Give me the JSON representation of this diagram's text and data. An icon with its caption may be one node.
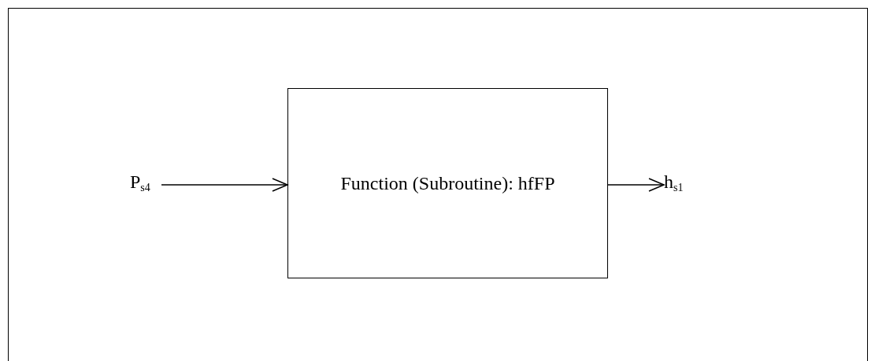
{
  "diagram": {
    "nodes": [
      {
        "text": [
          "Function (Subroutine): hfFP"
        ]
      },
      {
        "text": [
          "P$_{s4}$"
        ]
      },
      {
        "text": [
          "h$_{s1}$"
        ]
      }
    ],
    "edges": [
      {
        "from": 1,
        "to": 0,
        "arrow": "to"
      },
      {
        "from": 0,
        "to": 2,
        "arrow": "to"
      }
    ]
  }
}
